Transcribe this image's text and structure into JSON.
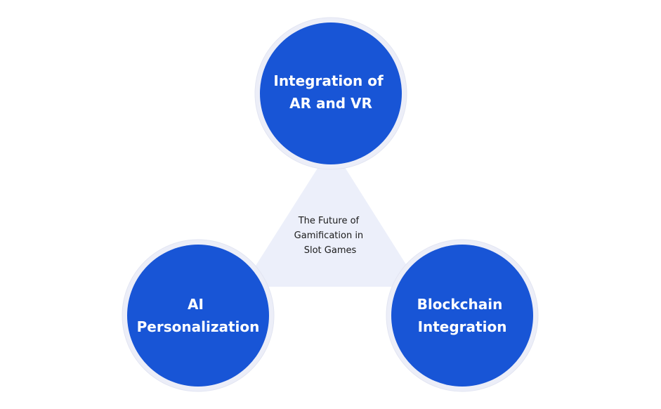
{
  "diagram": {
    "center": {
      "lines": [
        "The Future of",
        "Gamification in",
        "Slot Games"
      ]
    },
    "nodes": [
      {
        "id": "top",
        "lines": [
          "Integration of",
          "AR and VR"
        ]
      },
      {
        "id": "left",
        "lines": [
          "AI",
          "Personalization"
        ]
      },
      {
        "id": "right",
        "lines": [
          "Blockchain",
          "Integration"
        ]
      }
    ]
  },
  "colors": {
    "node_fill": "#1855d6",
    "node_ring": "#eceef8",
    "node_ring_stroke": "#e2e5f2",
    "triangle_fill": "#eceffa",
    "node_text": "#ffffff",
    "center_text": "#1a1a1a"
  }
}
